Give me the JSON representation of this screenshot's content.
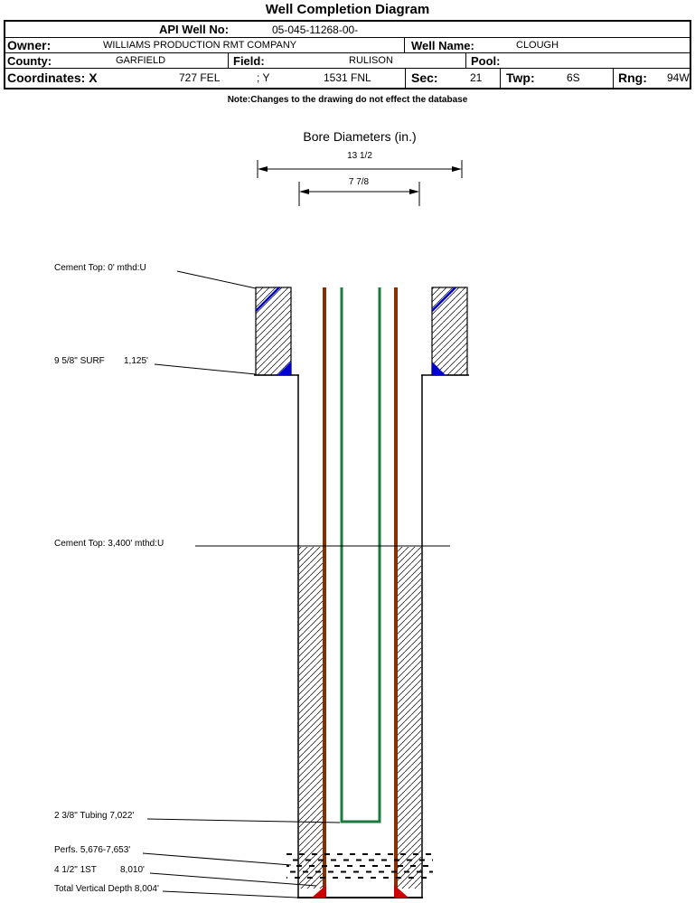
{
  "title": "Well Completion Diagram",
  "header": {
    "api_label": "API Well No:",
    "api_value": "05-045-11268-00-",
    "owner_label": "Owner:",
    "owner_value": "WILLIAMS PRODUCTION RMT COMPANY",
    "well_name_label": "Well Name:",
    "well_name_value": "CLOUGH",
    "county_label": "County:",
    "county_value": "GARFIELD",
    "field_label": "Field:",
    "field_value": "RULISON",
    "pool_label": "Pool:",
    "coordinates_label": "Coordinates: X",
    "coordinates_x_value": "727 FEL",
    "coordinates_y_label": "; Y",
    "coordinates_y_value": "1531 FNL",
    "sec_label": "Sec:",
    "sec_value": "21",
    "twp_label": "Twp:",
    "twp_value": "6S",
    "rng_label": "Rng:",
    "rng_value": "94W"
  },
  "note": "Note:Changes to the drawing do not effect the database",
  "diagram": {
    "bore_title": "Bore Diameters (in.)",
    "outer_bore": "13 1/2",
    "inner_bore": "7 7/8",
    "cement_top_surface": "Cement Top: 0' mthd:U",
    "surface_casing": "9 5/8\" SURF",
    "surface_casing_depth": "1,125'",
    "cement_top_production": "Cement Top: 3,400' mthd:U",
    "tubing": "2 3/8\" Tubing 7,022'",
    "perforations": "Perfs. 5,676-7,653'",
    "production_casing": "4 1/2\" 1ST",
    "production_casing_depth": "8,010'",
    "total_depth": "Total Vertical Depth 8,004'",
    "colors": {
      "casing_brown": "#8b2e00",
      "tubing_green": "#1b7a3e",
      "marker_blue": "#0000cd",
      "shoe_red": "#cc0000"
    }
  }
}
